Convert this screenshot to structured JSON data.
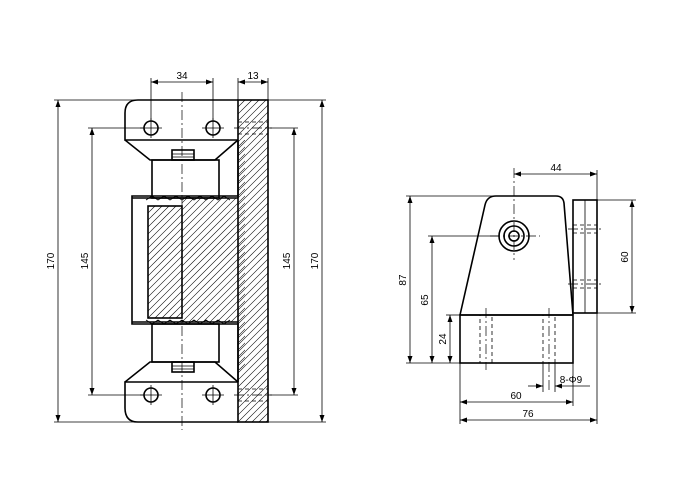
{
  "front_view": {
    "dim_top_width": "34",
    "dim_plate_thickness": "13",
    "dim_hole_pitch_left": "145",
    "dim_total_height_left": "170",
    "dim_hole_pitch_right": "145",
    "dim_total_height_right": "170"
  },
  "side_view": {
    "dim_top_offset": "44",
    "dim_height_87": "87",
    "dim_height_65": "65",
    "dim_height_24": "24",
    "dim_right_60": "60",
    "dim_holes": "8-Φ9",
    "dim_bottom_60": "60",
    "dim_bottom_76": "76"
  }
}
